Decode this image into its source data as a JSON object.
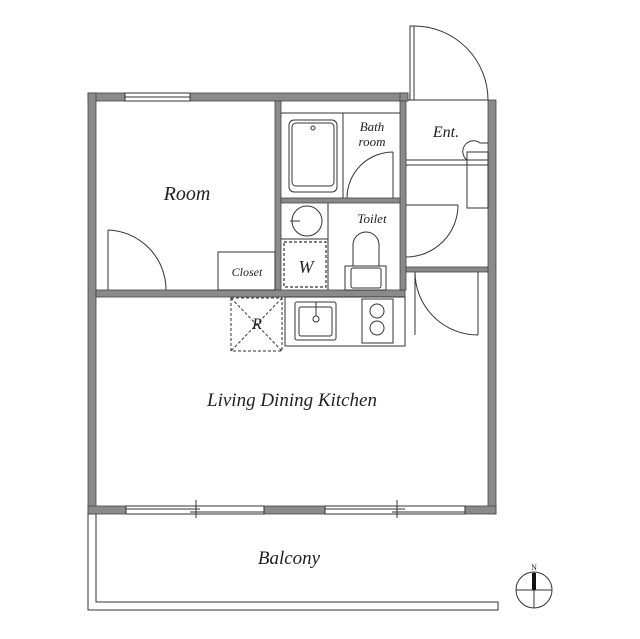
{
  "rooms": {
    "room": "Room",
    "closet": "Closet",
    "bath_line1": "Bath",
    "bath_line2": "room",
    "entrance": "Ent.",
    "toilet": "Toilet",
    "washer": "W",
    "fridge": "R",
    "ldk": "Living Dining Kitchen",
    "balcony": "Balcony"
  },
  "compass": {
    "north": "N"
  },
  "colors": {
    "wall": "#8a8a8a",
    "line": "#333333"
  }
}
